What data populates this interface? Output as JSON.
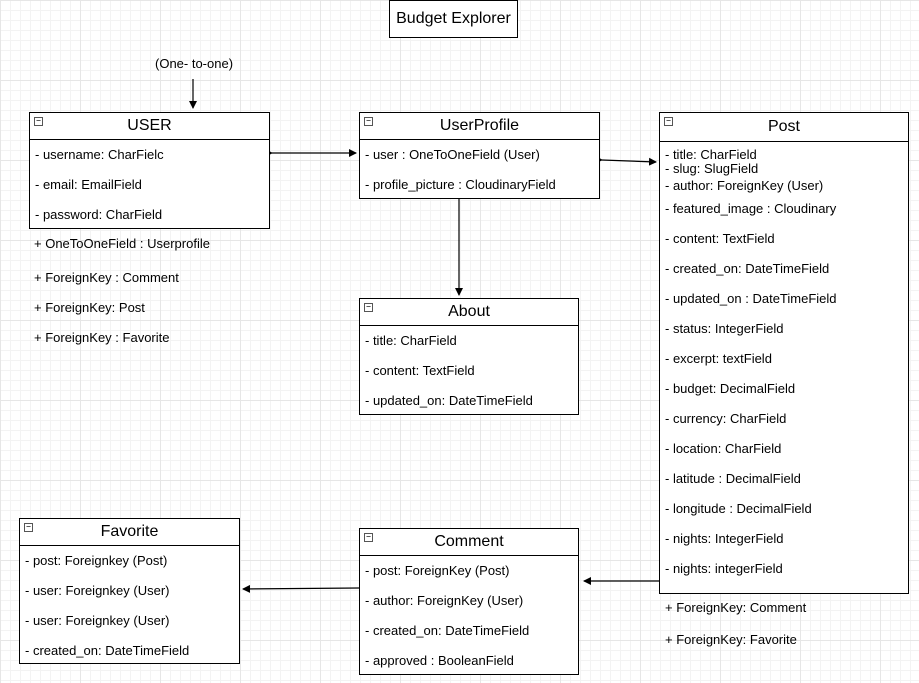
{
  "diagram": {
    "title": "Budget Explorer",
    "one_to_one_note": "(One- to-one)",
    "entities": {
      "user": {
        "name": "USER",
        "fields": [
          "- username: CharFielc",
          "- email: EmailField",
          "- password: CharField"
        ],
        "relations": [
          "+ OneToOneField : Userprofile",
          "+ ForeignKey : Comment",
          "+ ForeignKey: Post",
          "+ ForeignKey : Favorite"
        ]
      },
      "userprofile": {
        "name": "UserProfile",
        "fields": [
          "- user : OneToOneField (User)",
          "- profile_picture : CloudinaryField"
        ]
      },
      "post": {
        "name": "Post",
        "fields": [
          "- title: CharField",
          "- slug: SlugField",
          "- author: ForeignKey (User)",
          "- featured_image : Cloudinary",
          "- content: TextField",
          "- created_on: DateTimeField",
          "- updated_on : DateTimeField",
          "- status: IntegerField",
          "- excerpt: textField",
          "- budget: DecimalField",
          "- currency: CharField",
          "- location: CharField",
          "- latitude : DecimalField",
          "- longitude : DecimalField",
          "- nights: IntegerField",
          "- nights: integerField"
        ],
        "relations": [
          "+ ForeignKey: Comment",
          "+ ForeignKey: Favorite"
        ]
      },
      "about": {
        "name": "About",
        "fields": [
          "- title: CharField",
          "- content: TextField",
          "- updated_on: DateTimeField"
        ]
      },
      "favorite": {
        "name": "Favorite",
        "fields": [
          "- post: Foreignkey (Post)",
          "- user: Foreignkey (User)",
          "- user: Foreignkey (User)",
          "- created_on: DateTimeField"
        ]
      },
      "comment": {
        "name": "Comment",
        "fields": [
          "- post: ForeignKey (Post)",
          "- author: ForeignKey (User)",
          "- created_on: DateTimeField",
          "- approved : BooleanField"
        ]
      }
    }
  }
}
